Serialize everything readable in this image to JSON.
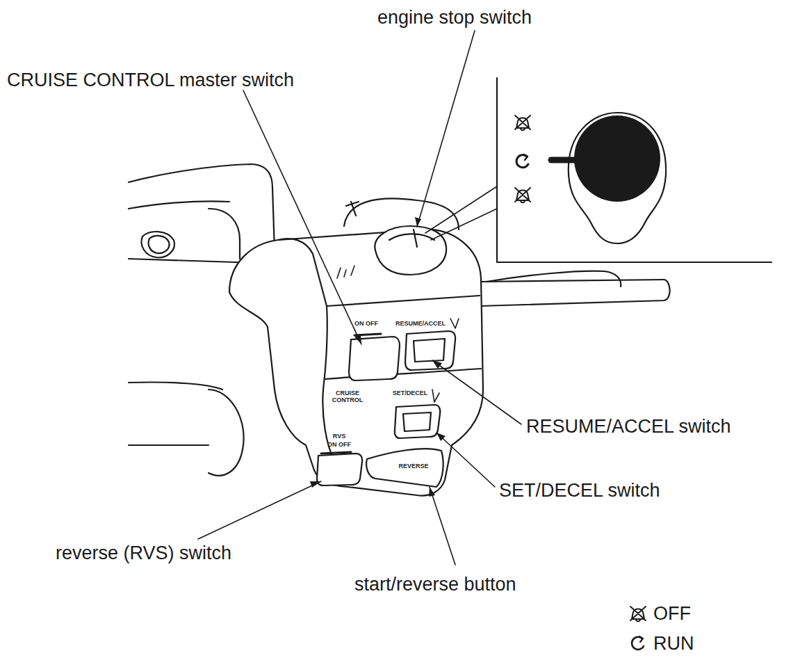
{
  "diagram": {
    "labels": [
      "engine stop switch",
      "CRUISE CONTROL master switch",
      "RESUME/ACCEL switch",
      "SET/DECEL switch",
      "reverse (RVS) switch",
      "start/reverse button",
      "ON OFF",
      "RESUME/ACCEL",
      "CRUISE CONTROL",
      "SET/DECEL",
      "RVS",
      "ON OFF",
      "REVERSE"
    ],
    "legend": [
      {
        "text": "OFF"
      },
      {
        "text": "RUN"
      }
    ]
  }
}
